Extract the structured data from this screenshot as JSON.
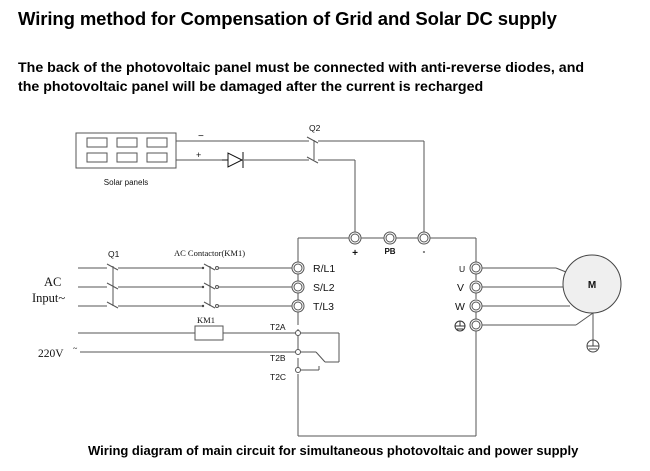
{
  "header": {
    "title": "Wiring method for Compensation of Grid and Solar DC supply",
    "warning_line_1": "The back of the photovoltaic panel must be connected with anti-reverse diodes, and",
    "warning_line_2": "the photovoltaic panel will be damaged after the current is recharged"
  },
  "diagram": {
    "solar_panel_label": "Solar panels",
    "solar_minus": "−",
    "solar_plus": "+",
    "breaker_q2": "Q2",
    "breaker_q1": "Q1",
    "ac_contactor_label": "AC Contactor(KM1)",
    "ac_input_line1": "AC",
    "ac_input_line2": "Input~",
    "coil_label": "KM1",
    "voltage_220": "220V",
    "voltage_tilde": "~",
    "dc_terminals": [
      "+",
      "PB",
      "-"
    ],
    "input_terminals": [
      "R/L1",
      "S/L2",
      "T/L3"
    ],
    "relay_terminals": [
      "T2A",
      "T2B",
      "T2C"
    ],
    "output_terminals": [
      "U",
      "V",
      "W"
    ],
    "ground_symbol": "⦶",
    "motor_label": "M"
  },
  "caption": "Wiring diagram of main circuit for simultaneous photovoltaic and power supply"
}
